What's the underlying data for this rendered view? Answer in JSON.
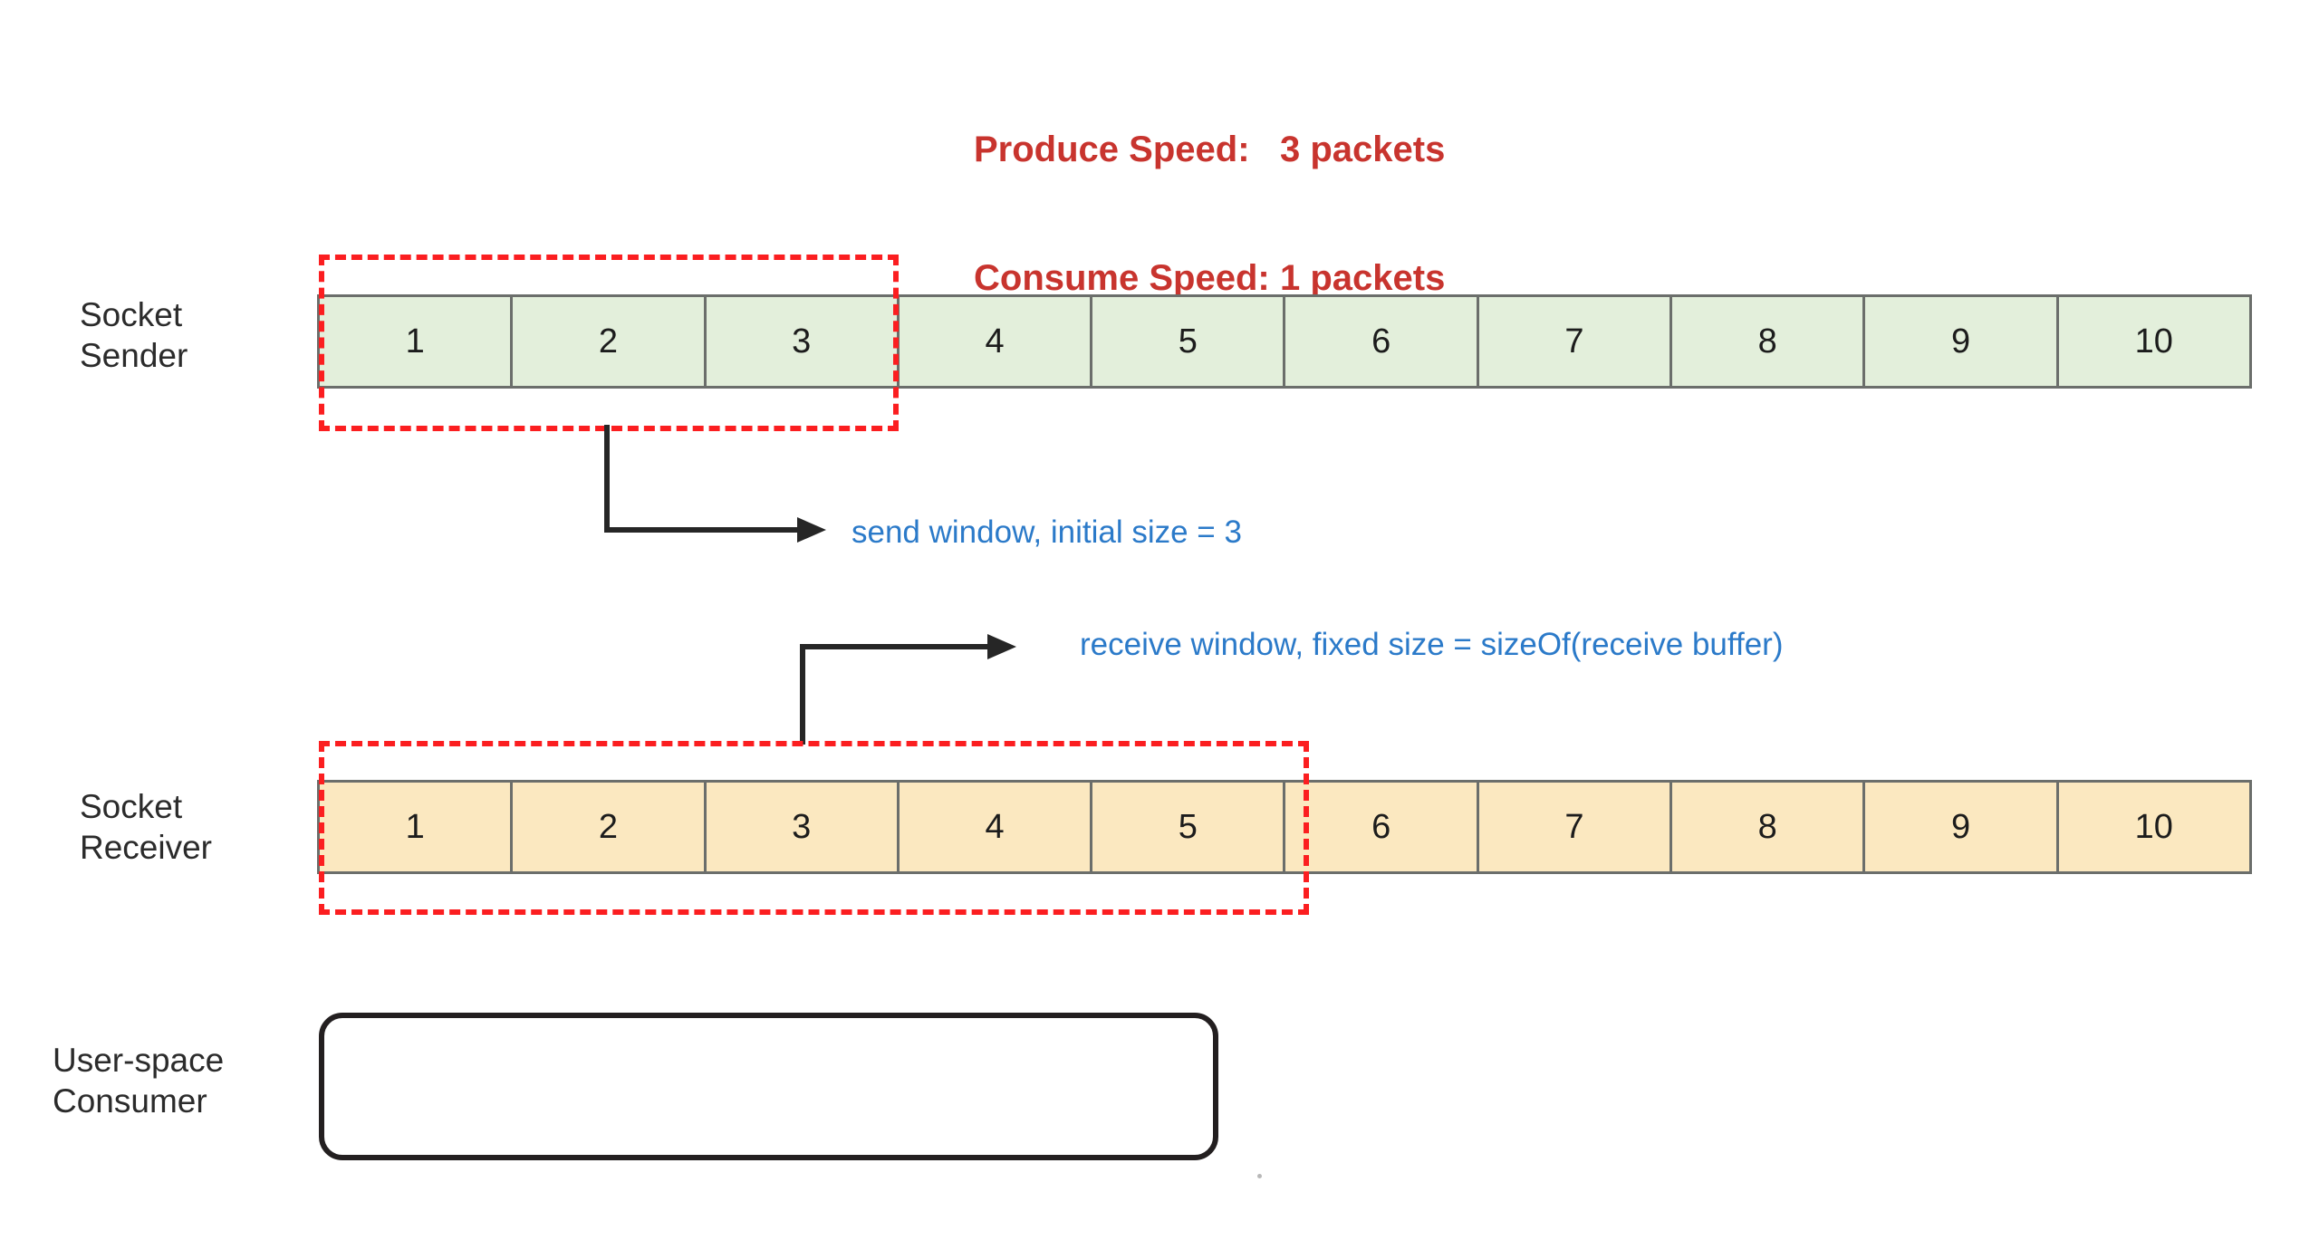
{
  "header": {
    "produce_label": "Produce Speed:",
    "produce_value": "3 packets",
    "consume_label": "Consume Speed:",
    "consume_value": "1 packets",
    "color": "#c8342e"
  },
  "labels": {
    "sender": "Socket\nSender",
    "receiver": "Socket\nReceiver",
    "consumer": "User-space\nConsumer"
  },
  "sender_strip": {
    "cells": [
      "1",
      "2",
      "3",
      "4",
      "5",
      "6",
      "7",
      "8",
      "9",
      "10"
    ],
    "fill": "#e3efdb",
    "border": "#6b6e6b"
  },
  "receiver_strip": {
    "cells": [
      "1",
      "2",
      "3",
      "4",
      "5",
      "6",
      "7",
      "8",
      "9",
      "10"
    ],
    "fill": "#fbe8c0",
    "border": "#6b6e6b"
  },
  "windows": {
    "send": {
      "spans_cells": 3,
      "color": "#fb1e20",
      "annotation": "send window, initial size = 3"
    },
    "receive": {
      "spans_cells": 5,
      "color": "#fb1e20",
      "annotation": "receive window,  fixed size = sizeOf(receive buffer)"
    },
    "annotation_color": "#2b7ac9"
  },
  "consumer": {
    "content": "",
    "border_color": "#231f20"
  },
  "chart_data": {
    "type": "diagram",
    "title": "TCP sliding window: producer/consumer speed mismatch",
    "produce_speed_packets": 3,
    "consume_speed_packets": 1,
    "rows": [
      {
        "name": "Socket Sender",
        "color": "#e3efdb",
        "packets": [
          1,
          2,
          3,
          4,
          5,
          6,
          7,
          8,
          9,
          10
        ],
        "window": {
          "label": "send window, initial size = 3",
          "from": 1,
          "to": 3,
          "size": 3
        }
      },
      {
        "name": "Socket Receiver",
        "color": "#fbe8c0",
        "packets": [
          1,
          2,
          3,
          4,
          5,
          6,
          7,
          8,
          9,
          10
        ],
        "window": {
          "label": "receive window,  fixed size = sizeOf(receive buffer)",
          "from": 1,
          "to": 5,
          "size": 5
        }
      },
      {
        "name": "User-space Consumer",
        "color": "#ffffff",
        "packets": [],
        "window": null
      }
    ]
  }
}
